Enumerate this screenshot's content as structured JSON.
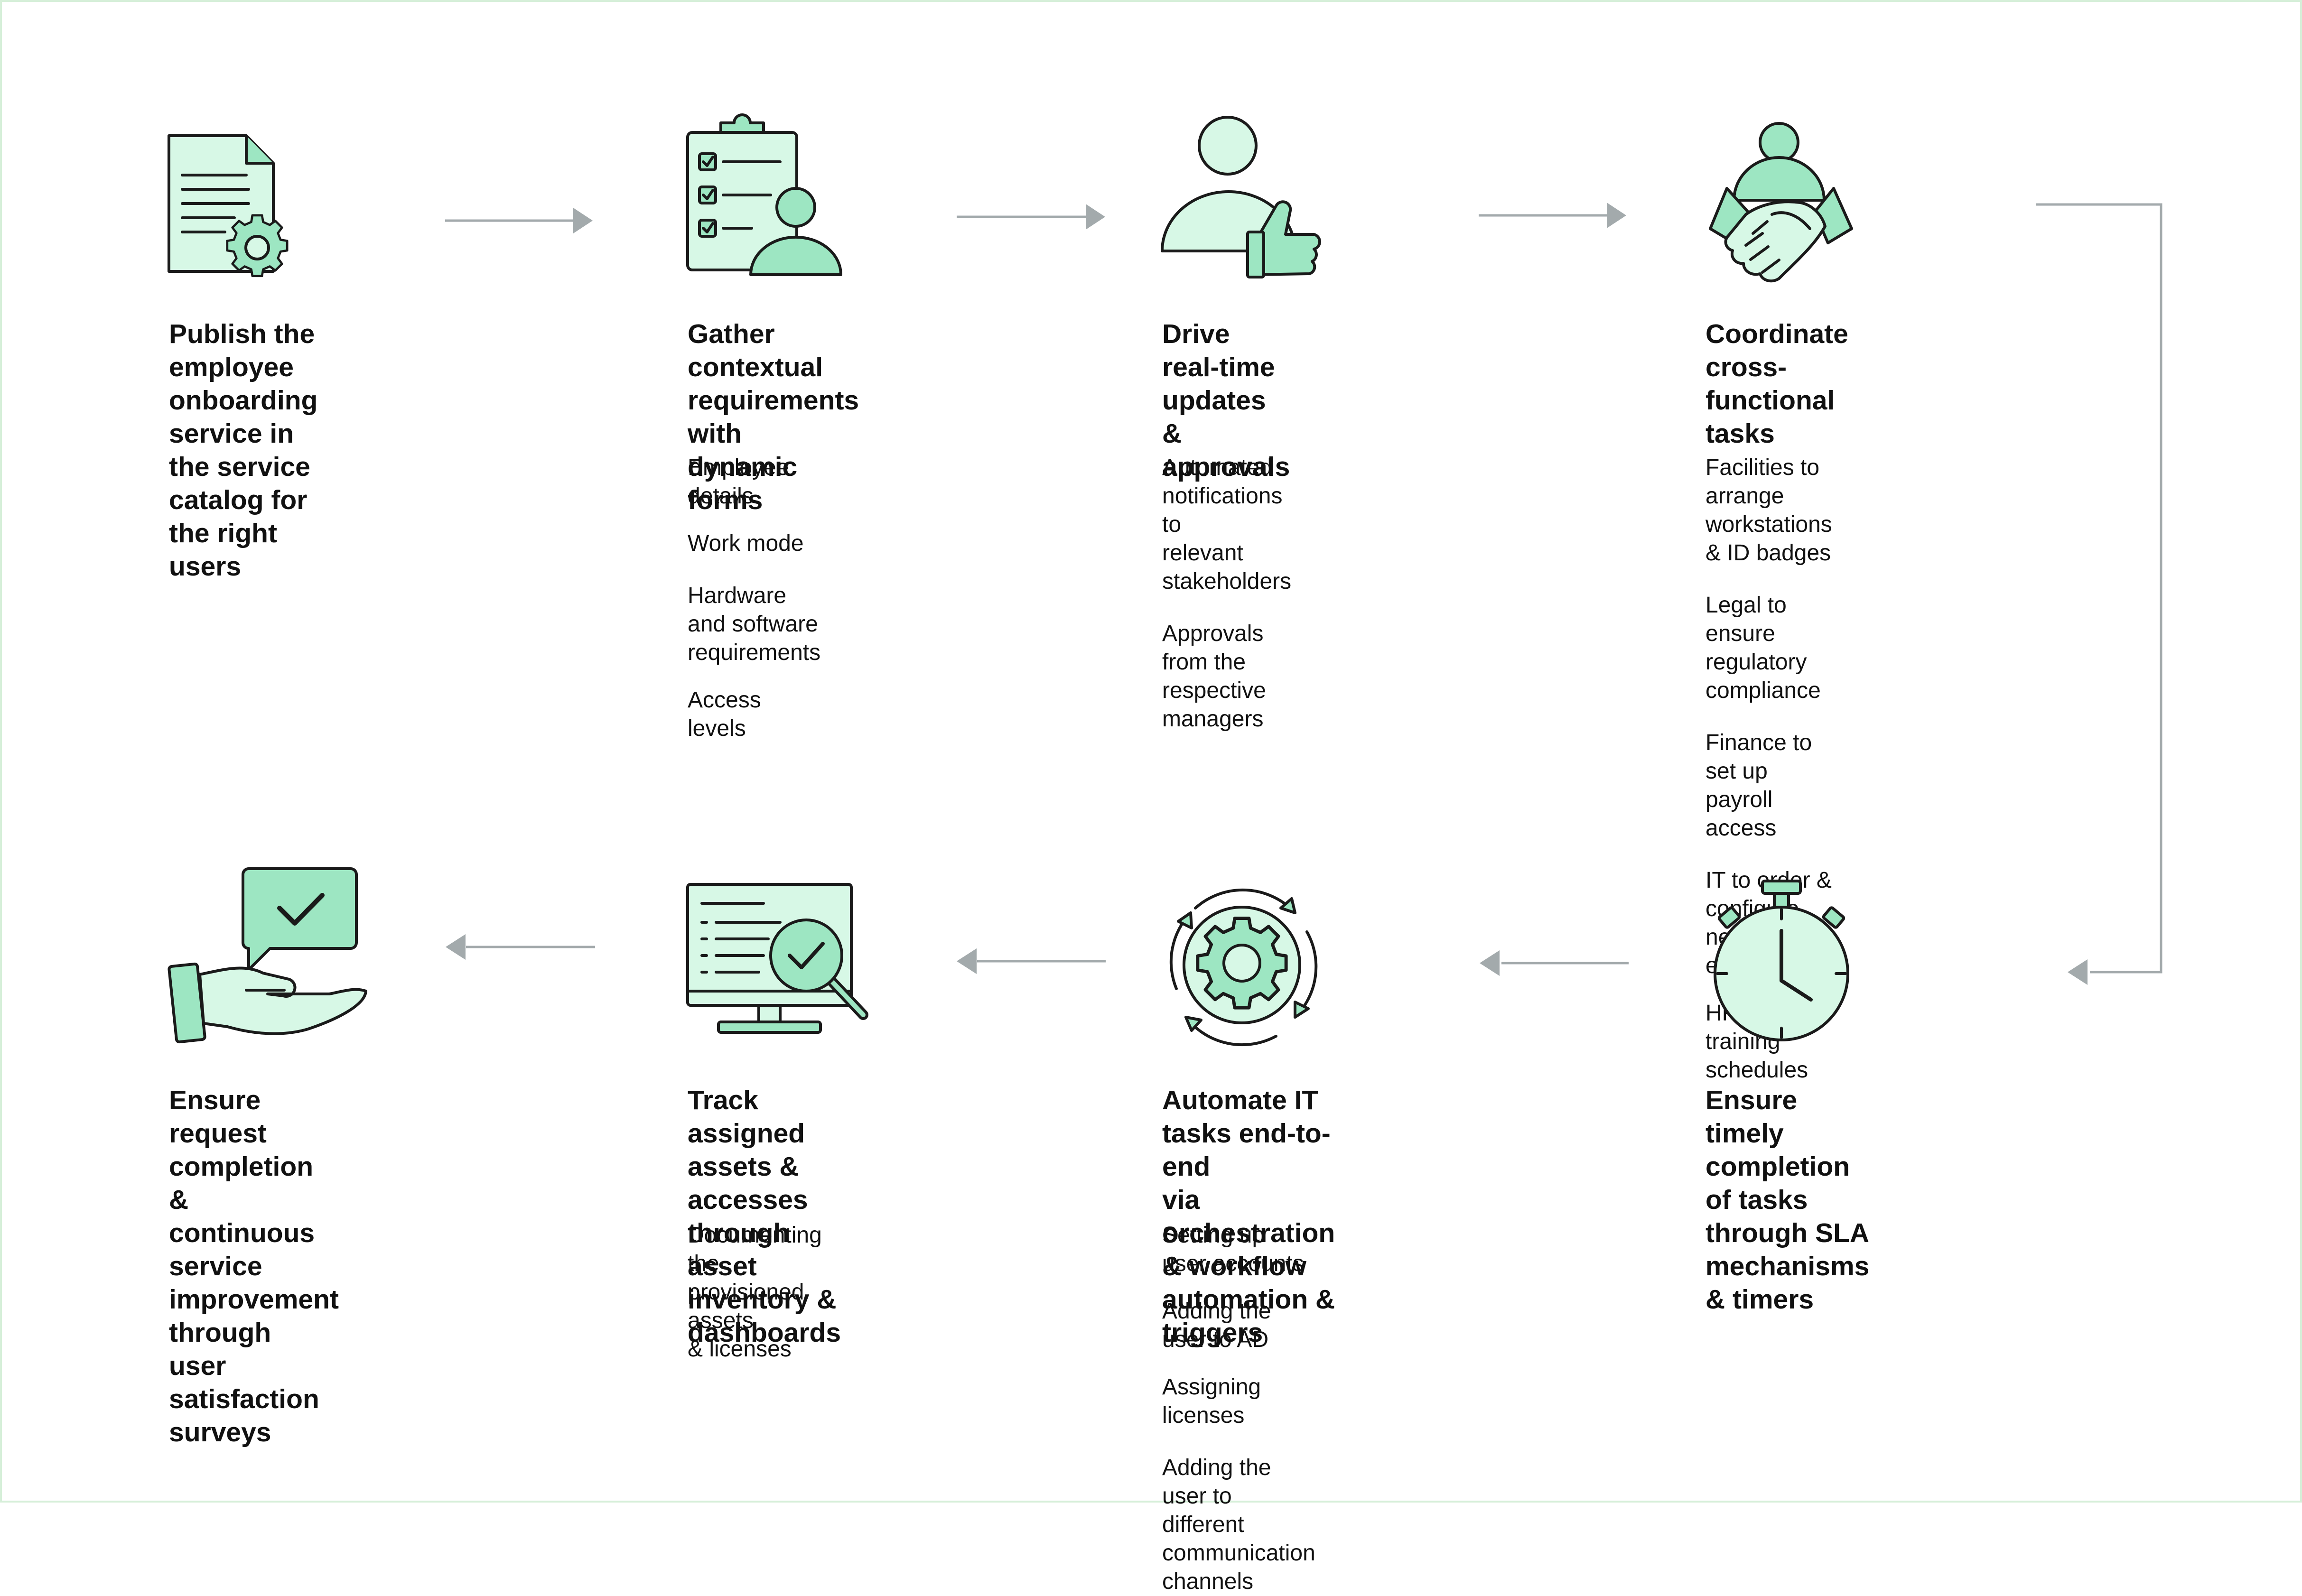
{
  "colors": {
    "light": "#d7f8e6",
    "mid": "#9de6c2",
    "ink": "#1a1a1a",
    "arrow": "#a3aaac",
    "border": "#d6efd9"
  },
  "steps": [
    {
      "icon": "document-gear-icon",
      "title": "Publish the employee\nonboarding service in\nthe service catalog for\nthe right users",
      "items": []
    },
    {
      "icon": "checklist-clipboard-user-icon",
      "title": "Gather contextual\nrequirements with\ndynamic forms",
      "items": [
        "Employee details",
        "Work mode",
        "Hardware and software\nrequirements",
        "Access levels"
      ]
    },
    {
      "icon": "user-thumbs-up-icon",
      "title": "Drive real-time\nupdates & approvals",
      "items": [
        "Automated notifications to\nrelevant stakeholders",
        "Approvals from the\nrespective managers"
      ]
    },
    {
      "icon": "handshake-icon",
      "title": "Coordinate\ncross-functional tasks",
      "items": [
        "Facilities to arrange\nworkstations & ID badges",
        "Legal to ensure\nregulatory compliance",
        "Finance to set up payroll access",
        "IT to order & configure\nnecessary equipment",
        "HR to sort training schedules"
      ]
    },
    {
      "icon": "stopwatch-icon",
      "title": "Ensure timely completion\nof tasks through SLA\nmechanisms & timers",
      "items": []
    },
    {
      "icon": "gear-cycle-icon",
      "title": "Automate IT tasks end-to-end\nvia orchestration & workflow\nautomation & triggers",
      "items": [
        "Setting up user accounts",
        "Adding the user to AD",
        "Assigning licenses",
        "Adding the user to different\ncommunication channels"
      ]
    },
    {
      "icon": "monitor-magnifier-icon",
      "title": "Track assigned assets &\naccesses through asset\ninventory & dashboards",
      "items": [
        "Documenting the\nprovisioned assets\n& licenses"
      ]
    },
    {
      "icon": "hand-chat-check-icon",
      "title": "Ensure request completion\n& continuous service\nimprovement through\nuser satisfaction surveys",
      "items": []
    }
  ]
}
